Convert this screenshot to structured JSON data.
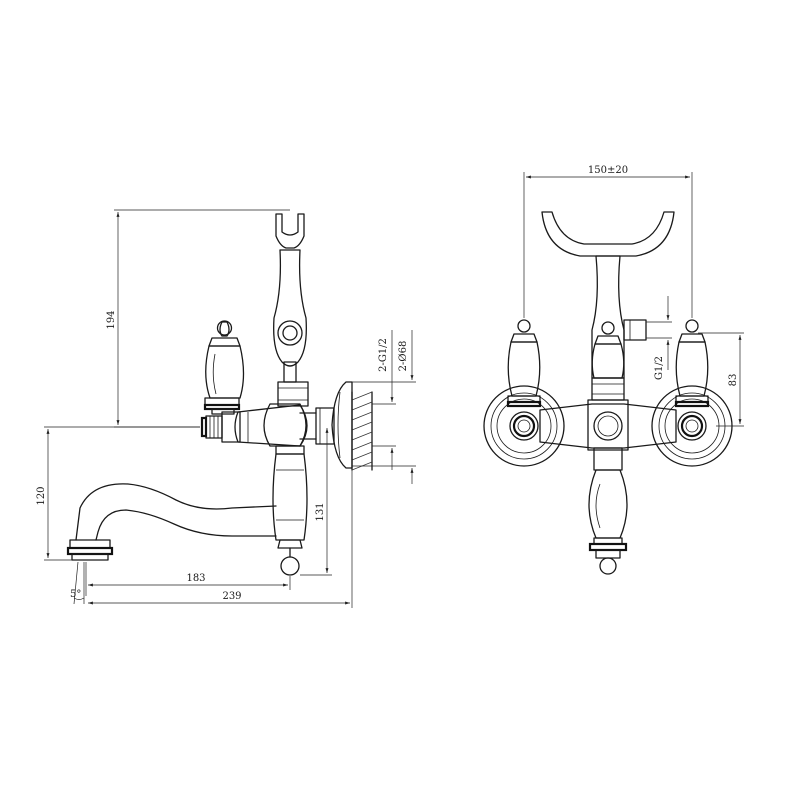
{
  "drawing": {
    "side_view": {
      "dimensions": {
        "height_194": "194",
        "height_120": "120",
        "height_131": "131",
        "thread": "2-G1/2",
        "flange_dia": "2-Ø68",
        "reach_183": "183",
        "reach_239": "239",
        "angle": "5°"
      }
    },
    "front_view": {
      "dimensions": {
        "centers": "150±20",
        "thread": "G1/2",
        "height_83": "83"
      }
    }
  }
}
